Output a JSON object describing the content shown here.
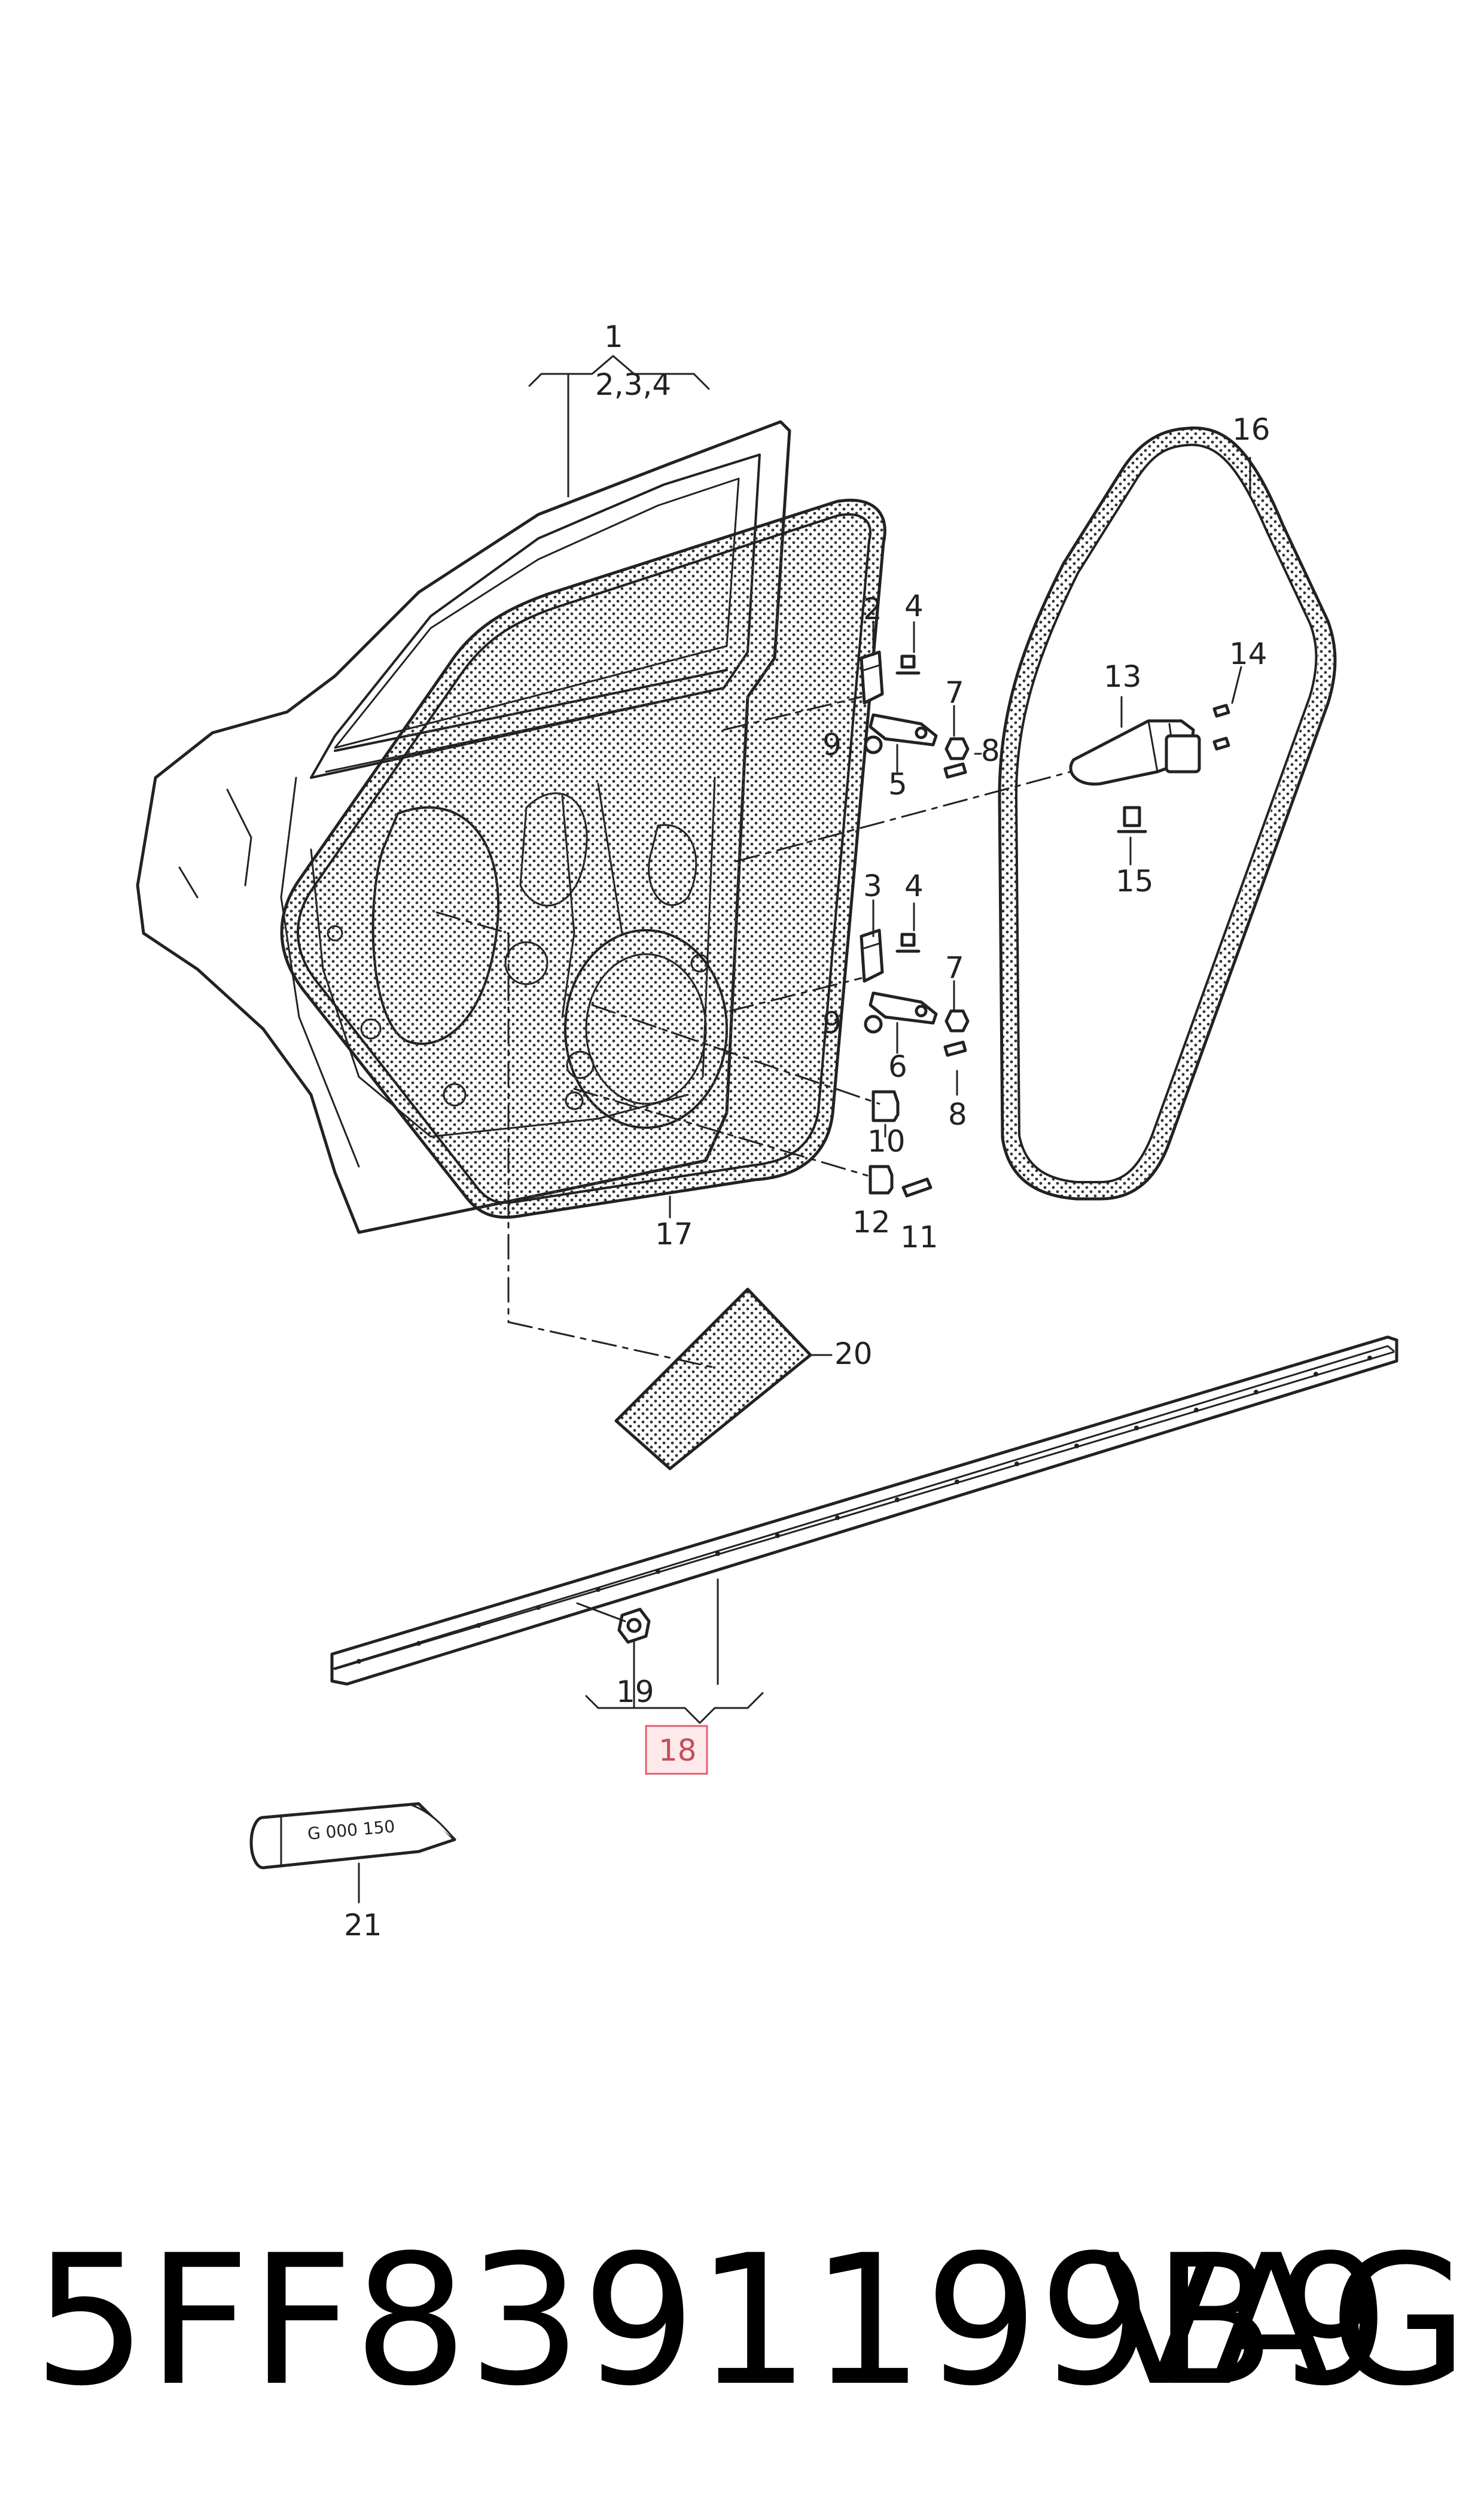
{
  "diagram": {
    "callouts": {
      "c1": "1",
      "c1_sub": "2,3,4",
      "c2": "2",
      "c3": "3",
      "c4a": "4",
      "c4b": "4",
      "c5": "5",
      "c6": "6",
      "c7a": "7",
      "c7b": "7",
      "c8a": "8",
      "c8b": "8",
      "c9a": "9",
      "c9b": "9",
      "c10": "10",
      "c11": "11",
      "c12": "12",
      "c13": "13",
      "c14": "14",
      "c15": "15",
      "c16": "16",
      "c17": "17",
      "c18": "18",
      "c19": "19",
      "c20": "20",
      "c21": "21"
    },
    "tube_label": "G 000 150",
    "highlight_color": "#e06070"
  },
  "footer": {
    "part_number": "5FF8391199B9",
    "brand": "VAG"
  }
}
